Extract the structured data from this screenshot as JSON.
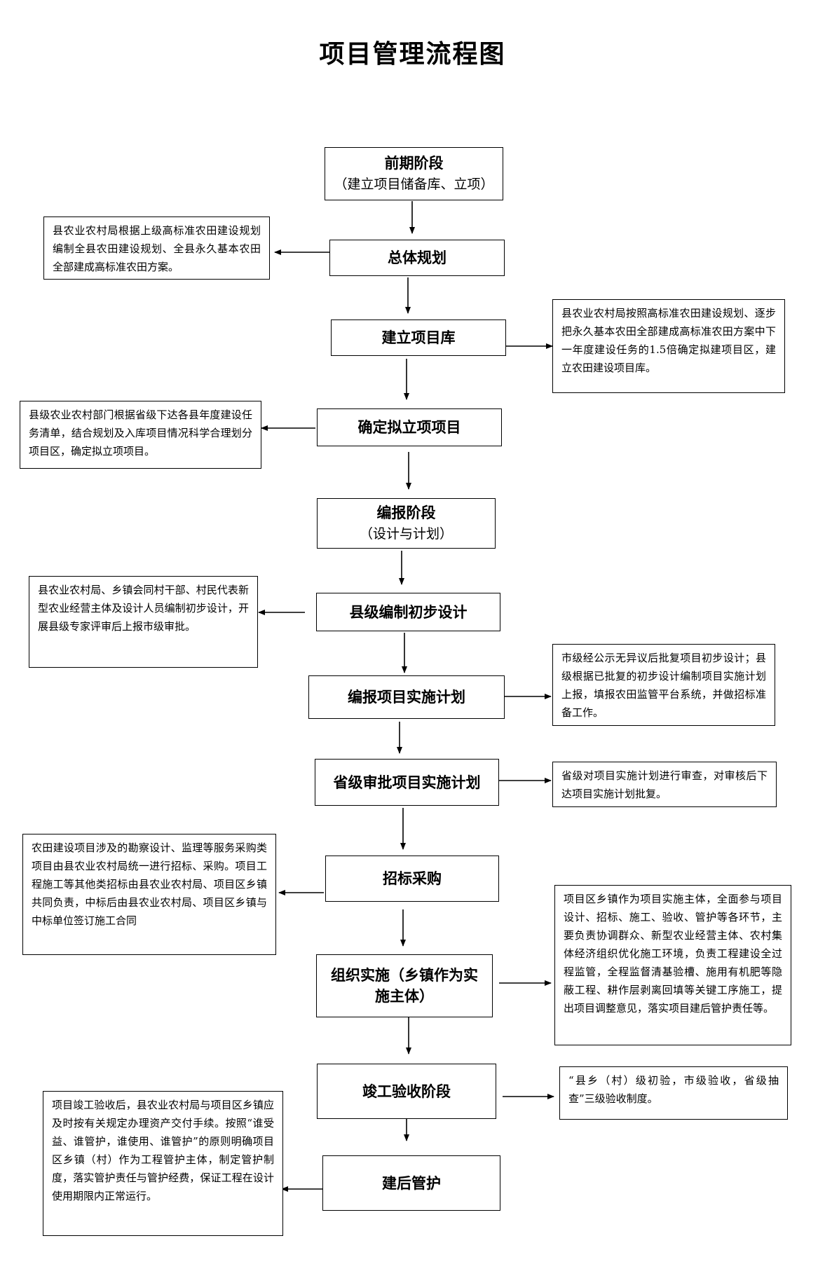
{
  "title": "项目管理流程图",
  "steps": [
    {
      "title": "前期阶段",
      "sub": "（建立项目储备库、立项）"
    },
    {
      "title": "总体规划"
    },
    {
      "title": "建立项目库"
    },
    {
      "title": "确定拟立项项目"
    },
    {
      "title": "编报阶段",
      "sub": "（设计与计划）"
    },
    {
      "title": "县级编制初步设计"
    },
    {
      "title": "编报项目实施计划"
    },
    {
      "title": "省级审批项目实施计划"
    },
    {
      "title": "招标采购"
    },
    {
      "title": "组织实施（乡镇作为实施主体）"
    },
    {
      "title": "竣工验收阶段"
    },
    {
      "title": "建后管护"
    }
  ],
  "notes": {
    "zongti": "县农业农村局根据上级高标准农田建设规划编制全县农田建设规划、全县永久基本农田全部建成高标准农田方案。",
    "xiangmuku": "县农业农村局按照高标准农田建设规划、逐步把永久基本农田全部建成高标准农田方案中下一年度建设任务的1.5倍确定拟建项目区，建立农田建设项目库。",
    "queding": "县级农业农村部门根据省级下达各县年度建设任务清单，结合规划及入库项目情况科学合理划分项目区，确定拟立项项目。",
    "chubu": "县农业农村局、乡镇会同村干部、村民代表新型农业经营主体及设计人员编制初步设计，开展县级专家评审后上报市级审批。",
    "jihua": "市级经公示无异议后批复项目初步设计；县级根据已批复的初步设计编制项目实施计划上报，填报农田监管平台系统，并做招标准备工作。",
    "shengji": "省级对项目实施计划进行审查，对审核后下达项目实施计划批复。",
    "zhaobiao": "农田建设项目涉及的勘察设计、监理等服务采购类项目由县农业农村局统一进行招标、采购。项目工程施工等其他类招标由县农业农村局、项目区乡镇共同负责，中标后由县农业农村局、项目区乡镇与中标单位签订施工合同",
    "shishi": "项目区乡镇作为项目实施主体，全面参与项目设计、招标、施工、验收、管护等各环节，主要负责协调群众、新型农业经营主体、农村集体经济组织优化施工环境，负责工程建设全过程监管，全程监督清基验槽、施用有机肥等隐蔽工程、耕作层剥离回填等关键工序施工，提出项目调整意见，落实项目建后管护责任等。",
    "jungong": "“县乡（村）级初验，市级验收，省级抽查”三级验收制度。",
    "guanhu": "项目竣工验收后，县农业农村局与项目区乡镇应及时按有关规定办理资产交付手续。按照“谁受益、谁管护，谁使用、谁管护”的原则明确项目区乡镇（村）作为工程管护主体，制定管护制度，落实管护责任与管护经费，保证工程在设计使用期限内正常运行。"
  }
}
